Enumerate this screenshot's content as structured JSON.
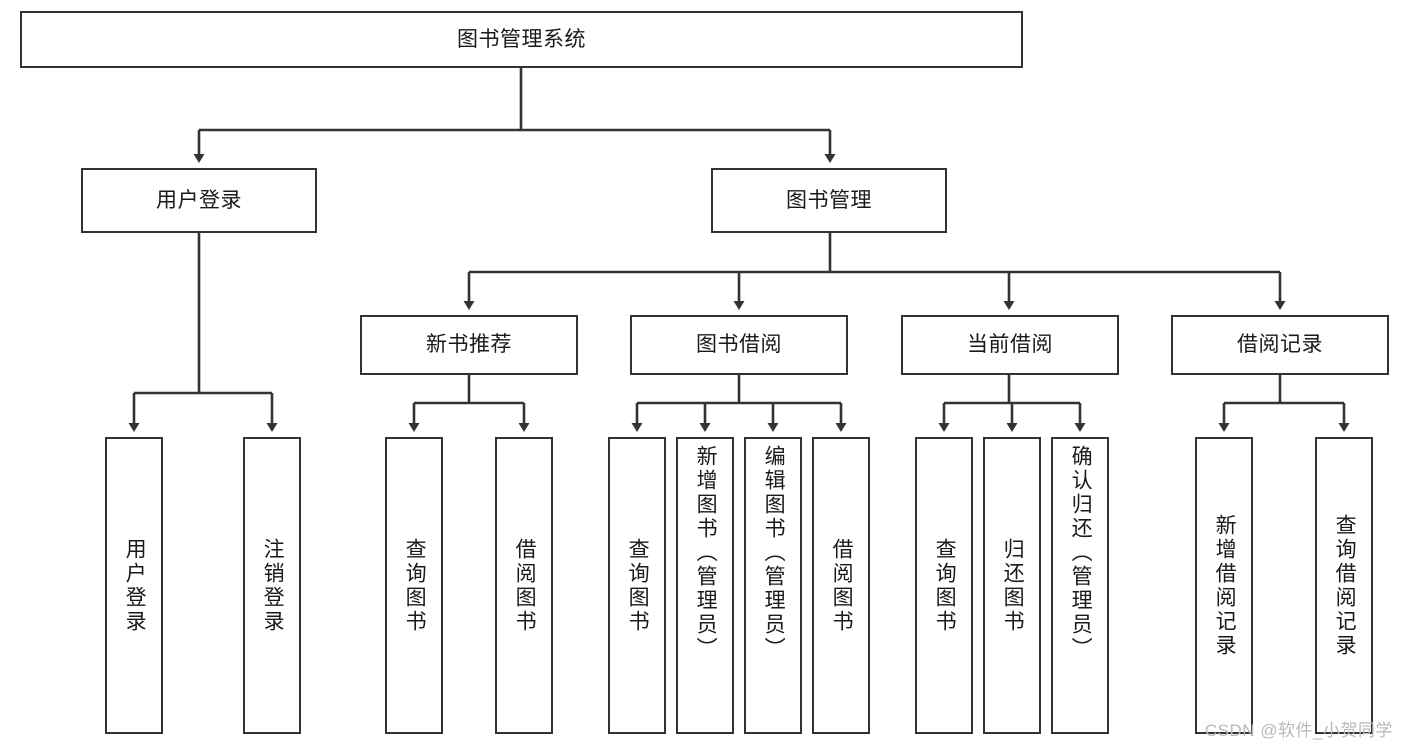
{
  "diagram": {
    "title": "图书管理系统",
    "type": "tree",
    "watermark": "CSDN @软件_小贺同学",
    "colors": {
      "stroke": "#333333",
      "fill": "#ffffff",
      "text": "#1a1a1a",
      "watermark": "#b9b9b9"
    },
    "nodes": {
      "root": {
        "label": "图书管理系统",
        "orientation": "horizontal"
      },
      "user_login": {
        "label": "用户登录",
        "orientation": "horizontal"
      },
      "book_manage": {
        "label": "图书管理",
        "orientation": "horizontal"
      },
      "new_book_rec": {
        "label": "新书推荐",
        "orientation": "horizontal"
      },
      "book_borrow": {
        "label": "图书借阅",
        "orientation": "horizontal"
      },
      "current_borrow": {
        "label": "当前借阅",
        "orientation": "horizontal"
      },
      "borrow_record": {
        "label": "借阅记录",
        "orientation": "horizontal"
      },
      "leaf_user_login": {
        "label": "用户登录",
        "orientation": "vertical"
      },
      "leaf_logout": {
        "label": "注销登录",
        "orientation": "vertical"
      },
      "leaf_query_book_1": {
        "label": "查询图书",
        "orientation": "vertical"
      },
      "leaf_borrow_book_1": {
        "label": "借阅图书",
        "orientation": "vertical"
      },
      "leaf_query_book_2": {
        "label": "查询图书",
        "orientation": "vertical"
      },
      "leaf_add_book": {
        "label": "新增图书（管理员）",
        "orientation": "vertical"
      },
      "leaf_edit_book": {
        "label": "编辑图书（管理员）",
        "orientation": "vertical"
      },
      "leaf_borrow_book_2": {
        "label": "借阅图书",
        "orientation": "vertical"
      },
      "leaf_query_book_3": {
        "label": "查询图书",
        "orientation": "vertical"
      },
      "leaf_return_book": {
        "label": "归还图书",
        "orientation": "vertical"
      },
      "leaf_confirm_return": {
        "label": "确认归还（管理员）",
        "orientation": "vertical"
      },
      "leaf_add_record": {
        "label": "新增借阅记录",
        "orientation": "vertical"
      },
      "leaf_query_record": {
        "label": "查询借阅记录",
        "orientation": "vertical"
      }
    },
    "edges": [
      {
        "from": "root",
        "to": "user_login"
      },
      {
        "from": "root",
        "to": "book_manage"
      },
      {
        "from": "user_login",
        "to": "leaf_user_login"
      },
      {
        "from": "user_login",
        "to": "leaf_logout"
      },
      {
        "from": "book_manage",
        "to": "new_book_rec"
      },
      {
        "from": "book_manage",
        "to": "book_borrow"
      },
      {
        "from": "book_manage",
        "to": "current_borrow"
      },
      {
        "from": "book_manage",
        "to": "borrow_record"
      },
      {
        "from": "new_book_rec",
        "to": "leaf_query_book_1"
      },
      {
        "from": "new_book_rec",
        "to": "leaf_borrow_book_1"
      },
      {
        "from": "book_borrow",
        "to": "leaf_query_book_2"
      },
      {
        "from": "book_borrow",
        "to": "leaf_add_book"
      },
      {
        "from": "book_borrow",
        "to": "leaf_edit_book"
      },
      {
        "from": "book_borrow",
        "to": "leaf_borrow_book_2"
      },
      {
        "from": "current_borrow",
        "to": "leaf_query_book_3"
      },
      {
        "from": "current_borrow",
        "to": "leaf_return_book"
      },
      {
        "from": "current_borrow",
        "to": "leaf_confirm_return"
      },
      {
        "from": "borrow_record",
        "to": "leaf_add_record"
      },
      {
        "from": "borrow_record",
        "to": "leaf_query_record"
      }
    ]
  }
}
